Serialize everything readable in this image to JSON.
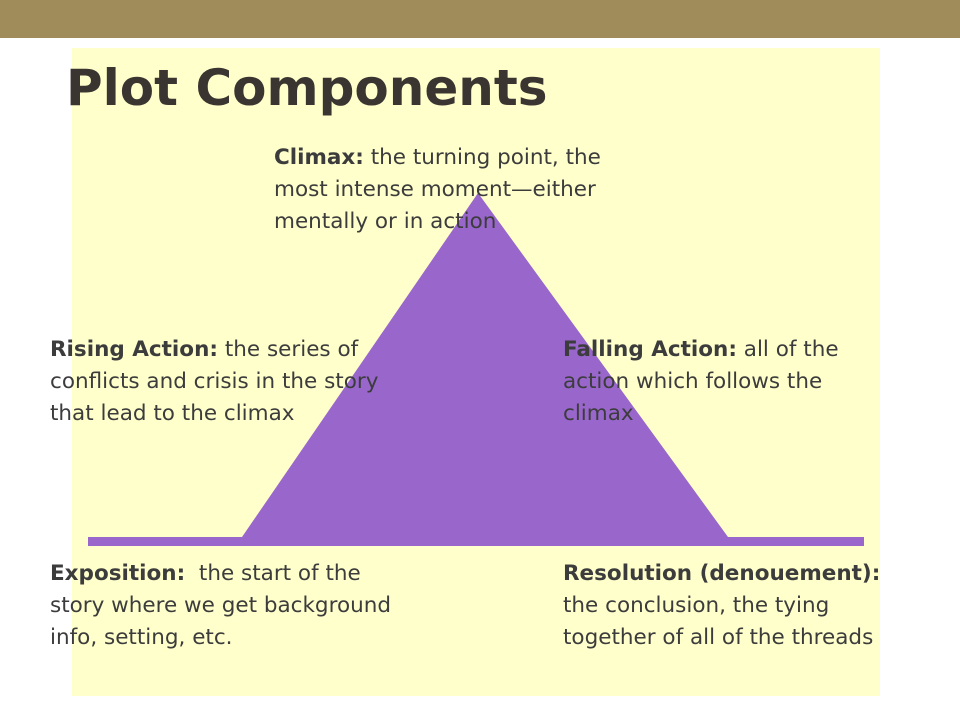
{
  "slide": {
    "title": "Plot Components",
    "colors": {
      "top_bar": "#a08c5a",
      "panel_background": "#ffffcc",
      "plot_shape": "#9966cc",
      "title_text": "#3b3531",
      "body_text": "#3c3c3c"
    }
  },
  "callouts": {
    "climax": {
      "term": "Climax:",
      "lines": [
        "the turning point, the",
        "most intense moment—either",
        "mentally or in action"
      ]
    },
    "rising_action": {
      "term": "Rising Action:",
      "lines": [
        "the series of",
        "conflicts and crisis in the story",
        "that lead to the climax"
      ]
    },
    "falling_action": {
      "term": "Falling Action:",
      "lines": [
        "all of the",
        "action which follows the",
        "climax"
      ]
    },
    "exposition": {
      "term": "Exposition:",
      "lines": [
        " the start of the",
        "story where we get background",
        "info, setting, etc."
      ]
    },
    "resolution": {
      "term": "Resolution (denouement):",
      "lines": [
        "",
        "the conclusion, the tying",
        "together of all of the threads"
      ]
    }
  }
}
